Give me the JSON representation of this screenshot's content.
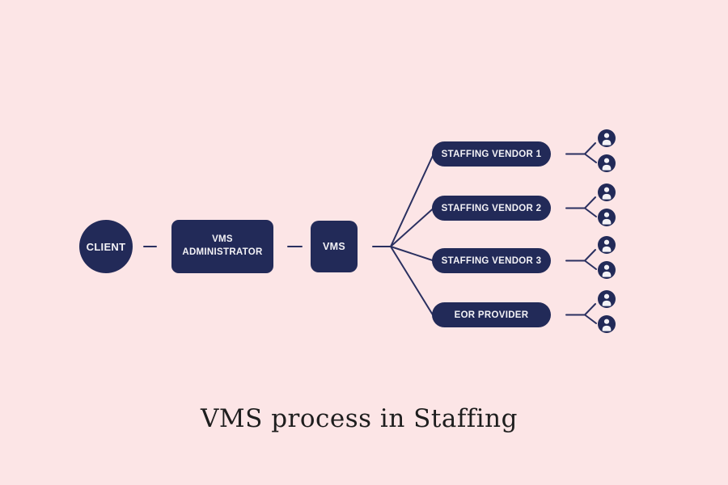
{
  "title": "VMS process in Staffing",
  "diagram": {
    "client": {
      "label": "CLIENT"
    },
    "administrator": {
      "label": "VMS ADMINISTRATOR"
    },
    "vms": {
      "label": "VMS"
    },
    "vendors": [
      {
        "label": "STAFFING VENDOR 1",
        "worker_icons": 2
      },
      {
        "label": "STAFFING VENDOR 2",
        "worker_icons": 2
      },
      {
        "label": "STAFFING VENDOR 3",
        "worker_icons": 2
      },
      {
        "label": "EOR PROVIDER",
        "worker_icons": 2
      }
    ]
  },
  "icons": {
    "person": "person-icon"
  },
  "colors": {
    "background": "#fce5e6",
    "navy": "#222a58",
    "node-text": "#f3f2f6",
    "line": "#2a3060",
    "title-text": "#1e1e1e"
  }
}
